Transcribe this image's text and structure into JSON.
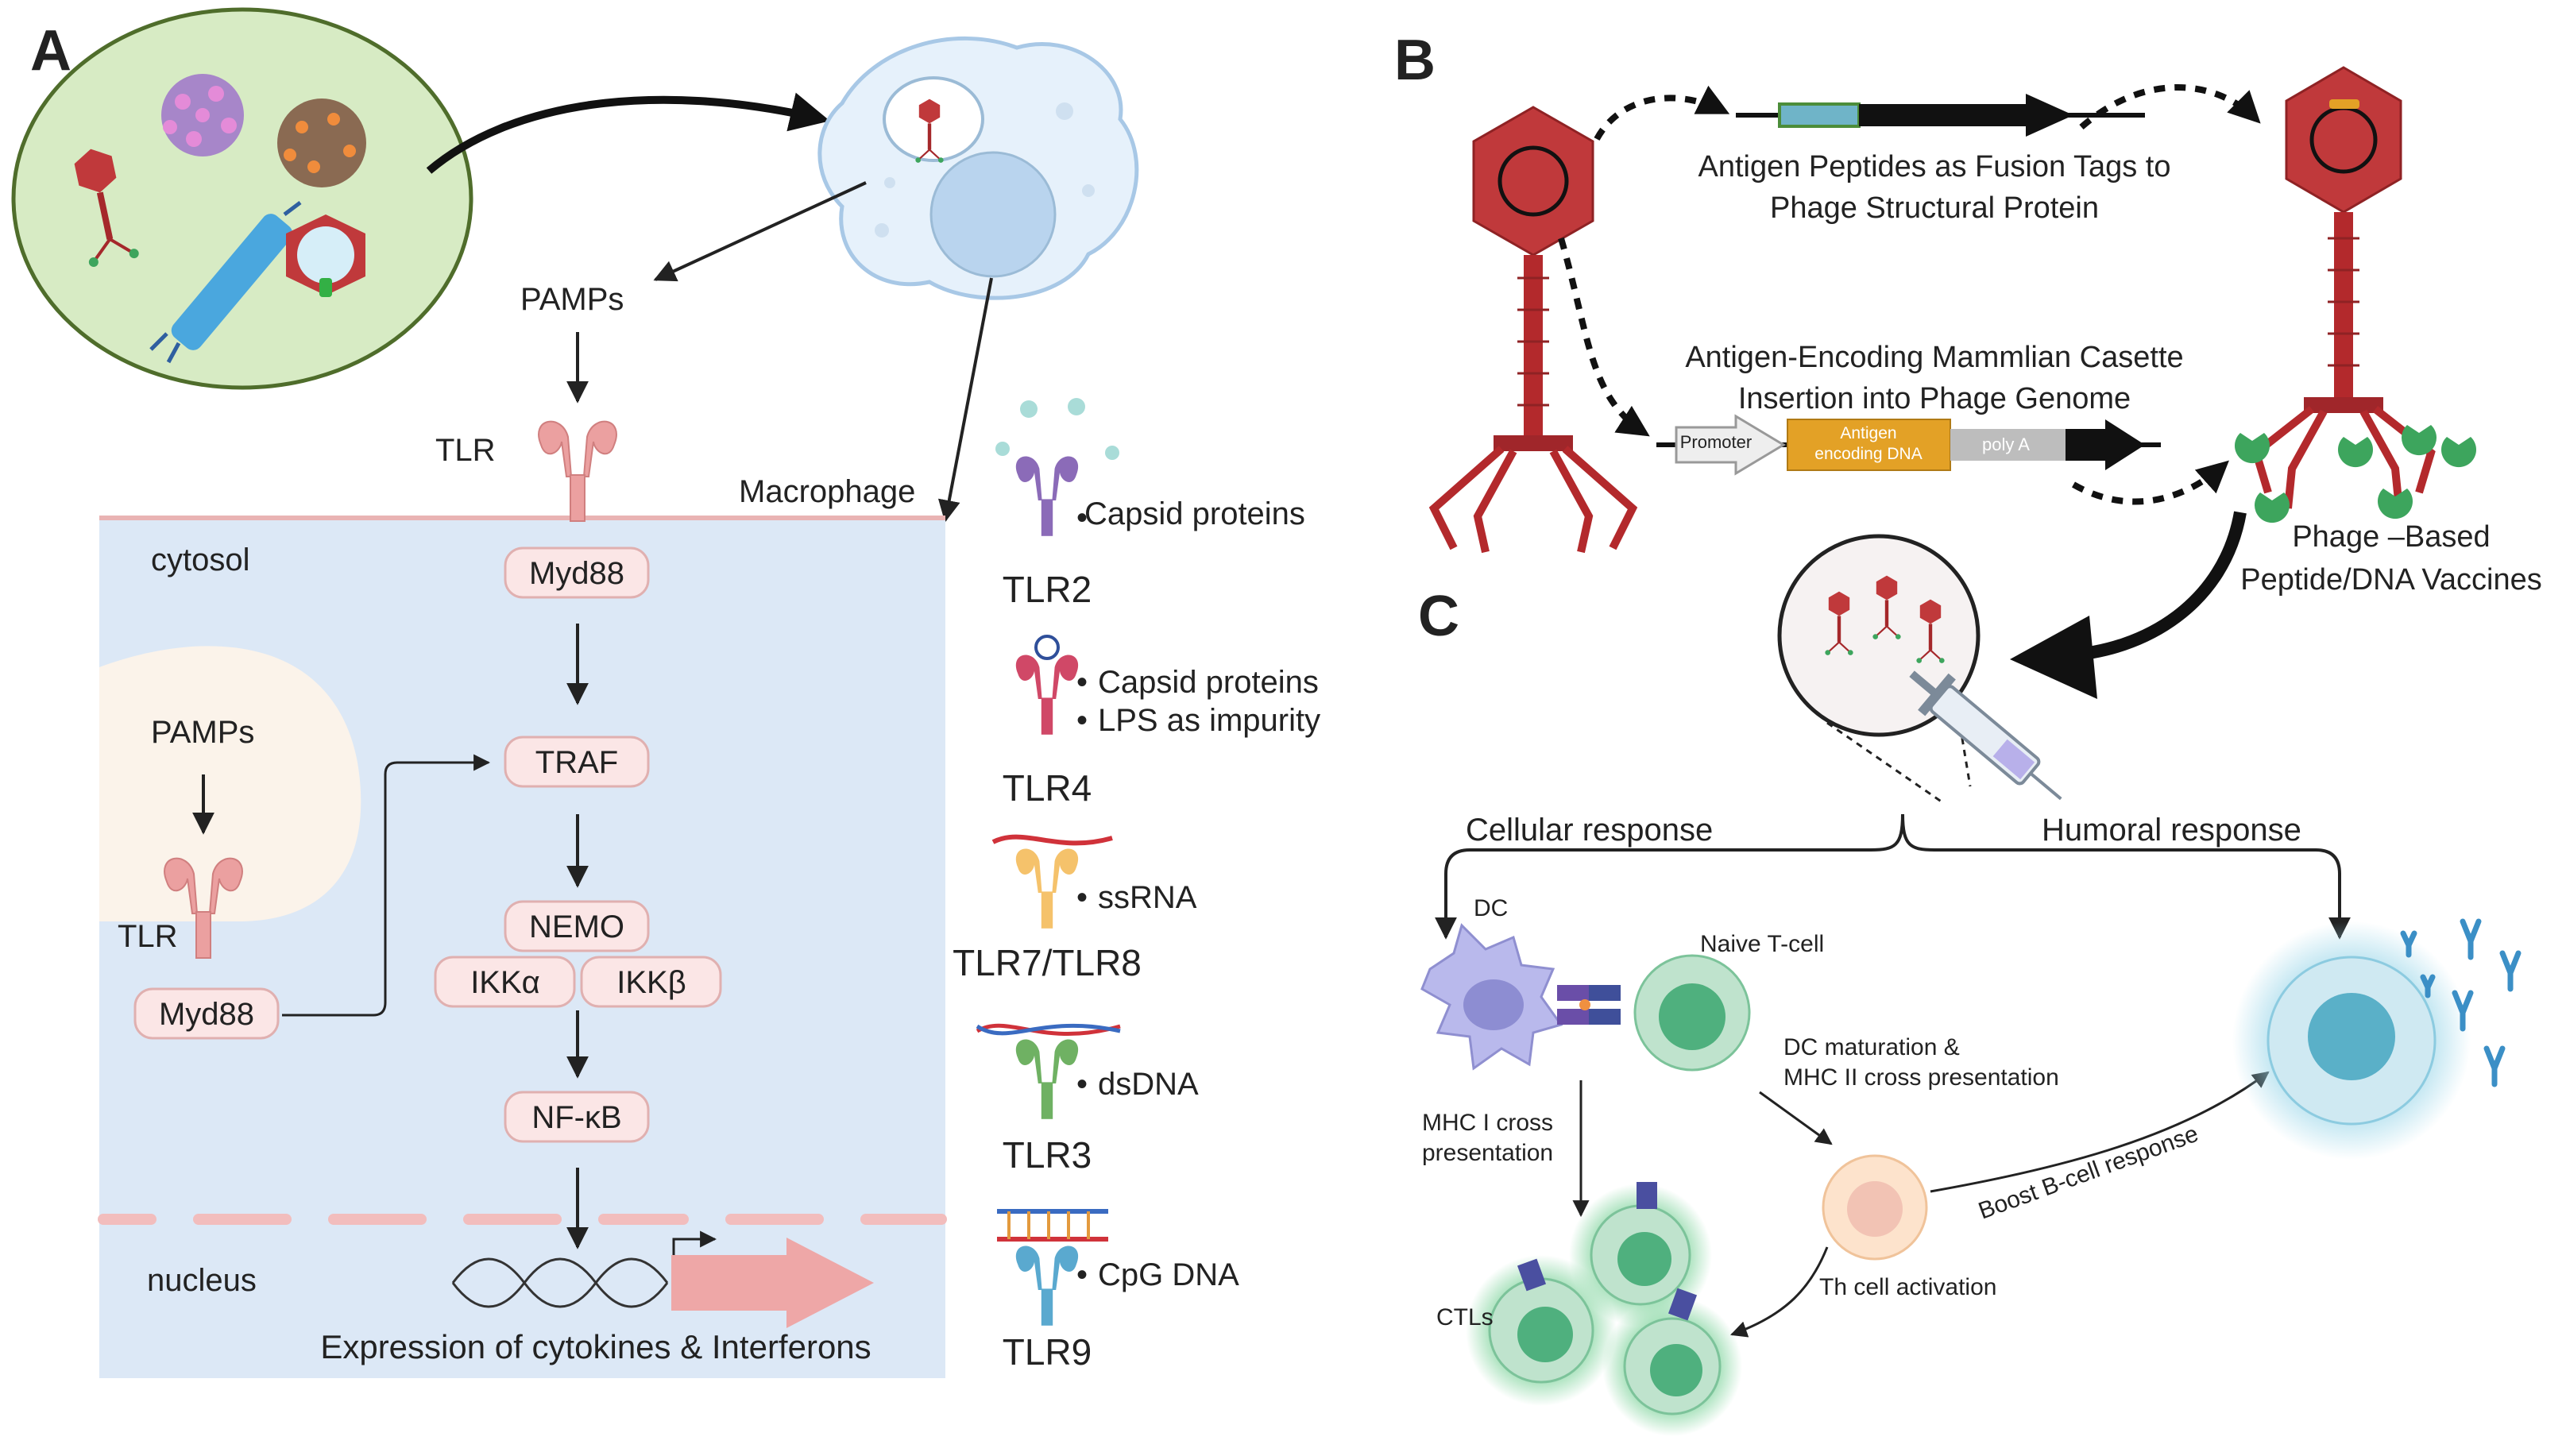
{
  "panel_a": {
    "letter": "A",
    "pamps_top": "PAMPs",
    "tlr_top": "TLR",
    "macrophage": "Macrophage",
    "cytosol": "cytosol",
    "myd88_top": "Myd88",
    "traf": "TRAF",
    "nemo": "NEMO",
    "ikka": "IKKα",
    "ikkb": "IKKβ",
    "nfkb": "NF-κB",
    "pamps_inner": "PAMPs",
    "tlr_inner": "TLR",
    "myd88_inner": "Myd88",
    "nucleus": "nucleus",
    "expression": "Expression of cytokines & Interferons",
    "receptors": [
      {
        "name": "TLR2",
        "ligands": [
          "Capsid proteins"
        ]
      },
      {
        "name": "TLR4",
        "ligands": [
          "Capsid proteins",
          "LPS as impurity"
        ]
      },
      {
        "name": "TLR7/TLR8",
        "ligands": [
          "ssRNA"
        ]
      },
      {
        "name": "TLR3",
        "ligands": [
          "dsDNA"
        ]
      },
      {
        "name": "TLR9",
        "ligands": [
          "CpG DNA"
        ]
      }
    ]
  },
  "panel_b": {
    "letter": "B",
    "fusion_line1": "Antigen Peptides as Fusion Tags to",
    "fusion_line2": "Phage Structural Protein",
    "cassette_line1": "Antigen-Encoding Mammlian Casette",
    "cassette_line2": "Insertion into Phage Genome",
    "promoter": "Promoter",
    "antigen_line1": "Antigen",
    "antigen_line2": "encoding DNA",
    "polya": "poly A",
    "vaccine_line1": "Phage –Based",
    "vaccine_line2": "Peptide/DNA Vaccines"
  },
  "panel_c": {
    "letter": "C",
    "cellular": "Cellular  response",
    "humoral": "Humoral response",
    "dc": "DC",
    "naive": "Naive T-cell",
    "dc_maturation_line1": "DC maturation &",
    "dc_maturation_line2": "MHC II cross presentation",
    "mhc1_line1": "MHC I cross",
    "mhc1_line2": "presentation",
    "ctls": "CTLs",
    "th": "Th cell activation",
    "boost": "Boost B-cell response"
  },
  "colors": {
    "cytosol_bg": "#dce8f6",
    "membrane": "#e9b3b3",
    "pill_bg": "#fbe6e6",
    "phage_red": "#c0393b",
    "pathogen_bg": "#d7ebc4",
    "antigen_gold": "#e3a126",
    "dc_purple": "#9a9ad8",
    "tcell_green": "#4fb07e",
    "bcell_teal": "#5ab0c8"
  }
}
